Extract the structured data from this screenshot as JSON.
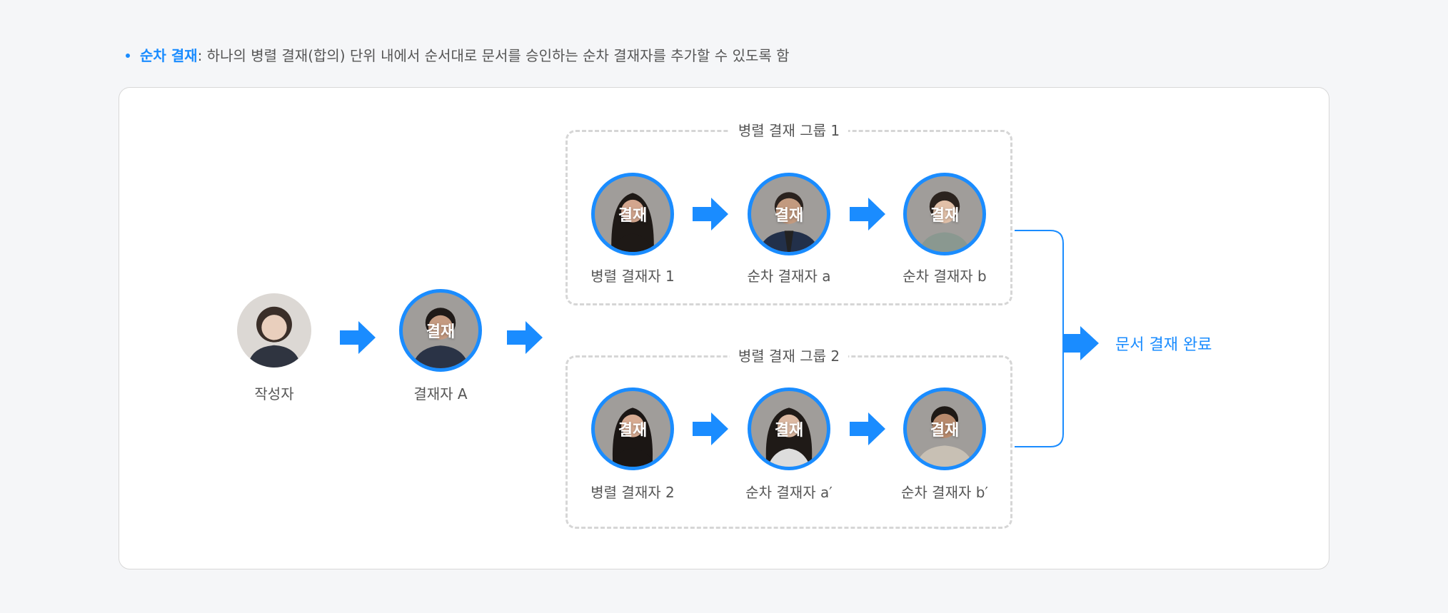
{
  "description": {
    "term": "순차 결재",
    "text": ": 하나의 병렬 결재(합의) 단위 내에서 순서대로 문서를 승인하는 순차 결재자를 추가할 수 있도록 함"
  },
  "badge_label": "결재",
  "author": {
    "label": "작성자"
  },
  "approver_a": {
    "label": "결재자 A"
  },
  "groups": [
    {
      "title": "병렬 결재 그룹 1",
      "members": [
        {
          "label": "병렬 결재자 1"
        },
        {
          "label": "순차 결재자 a"
        },
        {
          "label": "순차 결재자 b"
        }
      ]
    },
    {
      "title": "병렬 결재 그룹 2",
      "members": [
        {
          "label": "병렬 결재자 2"
        },
        {
          "label": "순차 결재자 a′"
        },
        {
          "label": "순차 결재자 b′"
        }
      ]
    }
  ],
  "result": {
    "label": "문서 결재 완료"
  },
  "colors": {
    "accent": "#1a8cff",
    "dashed_border": "#d6d6d6",
    "text": "#555555"
  }
}
